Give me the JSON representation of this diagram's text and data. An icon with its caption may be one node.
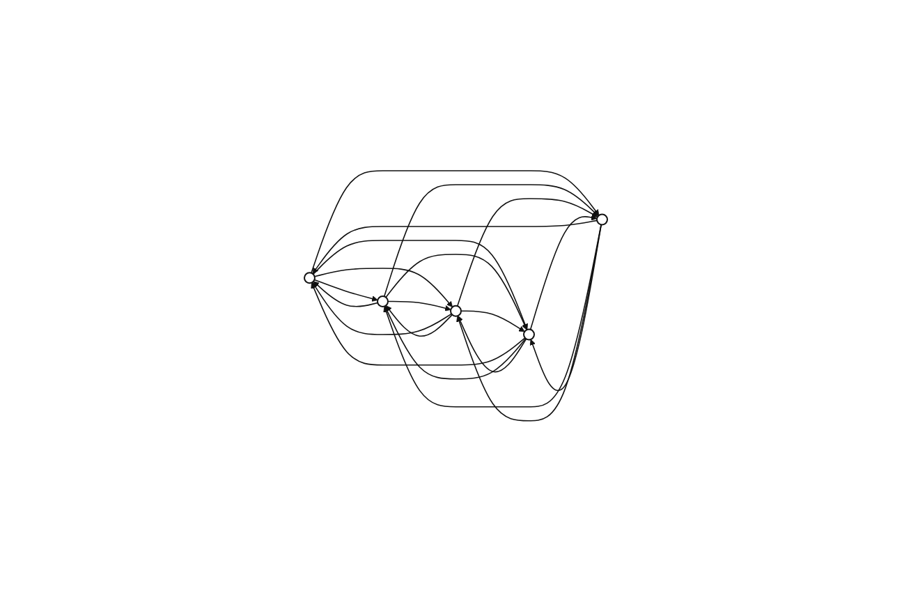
{
  "diagram": {
    "nodes": [
      {
        "text": [],
        "shape": "circle"
      },
      {
        "text": [],
        "shape": "circle"
      },
      {
        "text": [],
        "shape": "circle"
      },
      {
        "text": [],
        "shape": "circle"
      },
      {
        "text": [],
        "shape": "circle"
      }
    ],
    "edges": [
      {
        "from": 0,
        "to": 1,
        "arrow": "to"
      },
      {
        "from": 0,
        "to": 2,
        "arrow": "to"
      },
      {
        "from": 0,
        "to": 3,
        "arrow": "to"
      },
      {
        "from": 0,
        "to": 4,
        "arrow": "to"
      },
      {
        "from": 1,
        "to": 0,
        "arrow": "to"
      },
      {
        "from": 1,
        "to": 2,
        "arrow": "to"
      },
      {
        "from": 1,
        "to": 3,
        "arrow": "to"
      },
      {
        "from": 1,
        "to": 4,
        "arrow": "to"
      },
      {
        "from": 2,
        "to": 0,
        "arrow": "to"
      },
      {
        "from": 2,
        "to": 1,
        "arrow": "to"
      },
      {
        "from": 2,
        "to": 3,
        "arrow": "to"
      },
      {
        "from": 2,
        "to": 4,
        "arrow": "to"
      },
      {
        "from": 3,
        "to": 0,
        "arrow": "to"
      },
      {
        "from": 3,
        "to": 1,
        "arrow": "to"
      },
      {
        "from": 3,
        "to": 2,
        "arrow": "to"
      },
      {
        "from": 3,
        "to": 4,
        "arrow": "to"
      },
      {
        "from": 4,
        "to": 0,
        "arrow": "to"
      },
      {
        "from": 4,
        "to": 1,
        "arrow": "to"
      },
      {
        "from": 4,
        "to": 2,
        "arrow": "to"
      },
      {
        "from": 4,
        "to": 3,
        "arrow": "to"
      }
    ]
  }
}
